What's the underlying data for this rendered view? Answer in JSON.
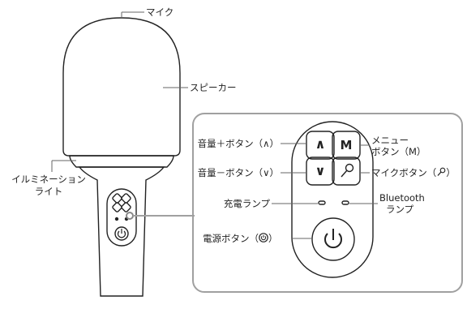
{
  "labels": {
    "mic": "マイク",
    "speaker": "スピーカー",
    "illumination_1": "イルミネーション",
    "illumination_2": "ライト",
    "vol_up": "音量＋ボタン（∧）",
    "vol_down": "音量－ボタン（∨）",
    "charge_lamp": "充電ランプ",
    "power": "電源ボタン（",
    "power_close": "）",
    "menu_1": "メニュー",
    "menu_2": "ボタン（M）",
    "mic_btn": "マイクボタン（",
    "mic_btn_close": "）",
    "bt_1": "Bluetooth",
    "bt_2": "ランプ"
  },
  "buttons": {
    "up_glyph": "∧",
    "down_glyph": "∨",
    "menu_glyph": "M"
  },
  "colors": {
    "outline": "#222222",
    "callout_border": "#a0a0a0",
    "leader": "#666666"
  }
}
